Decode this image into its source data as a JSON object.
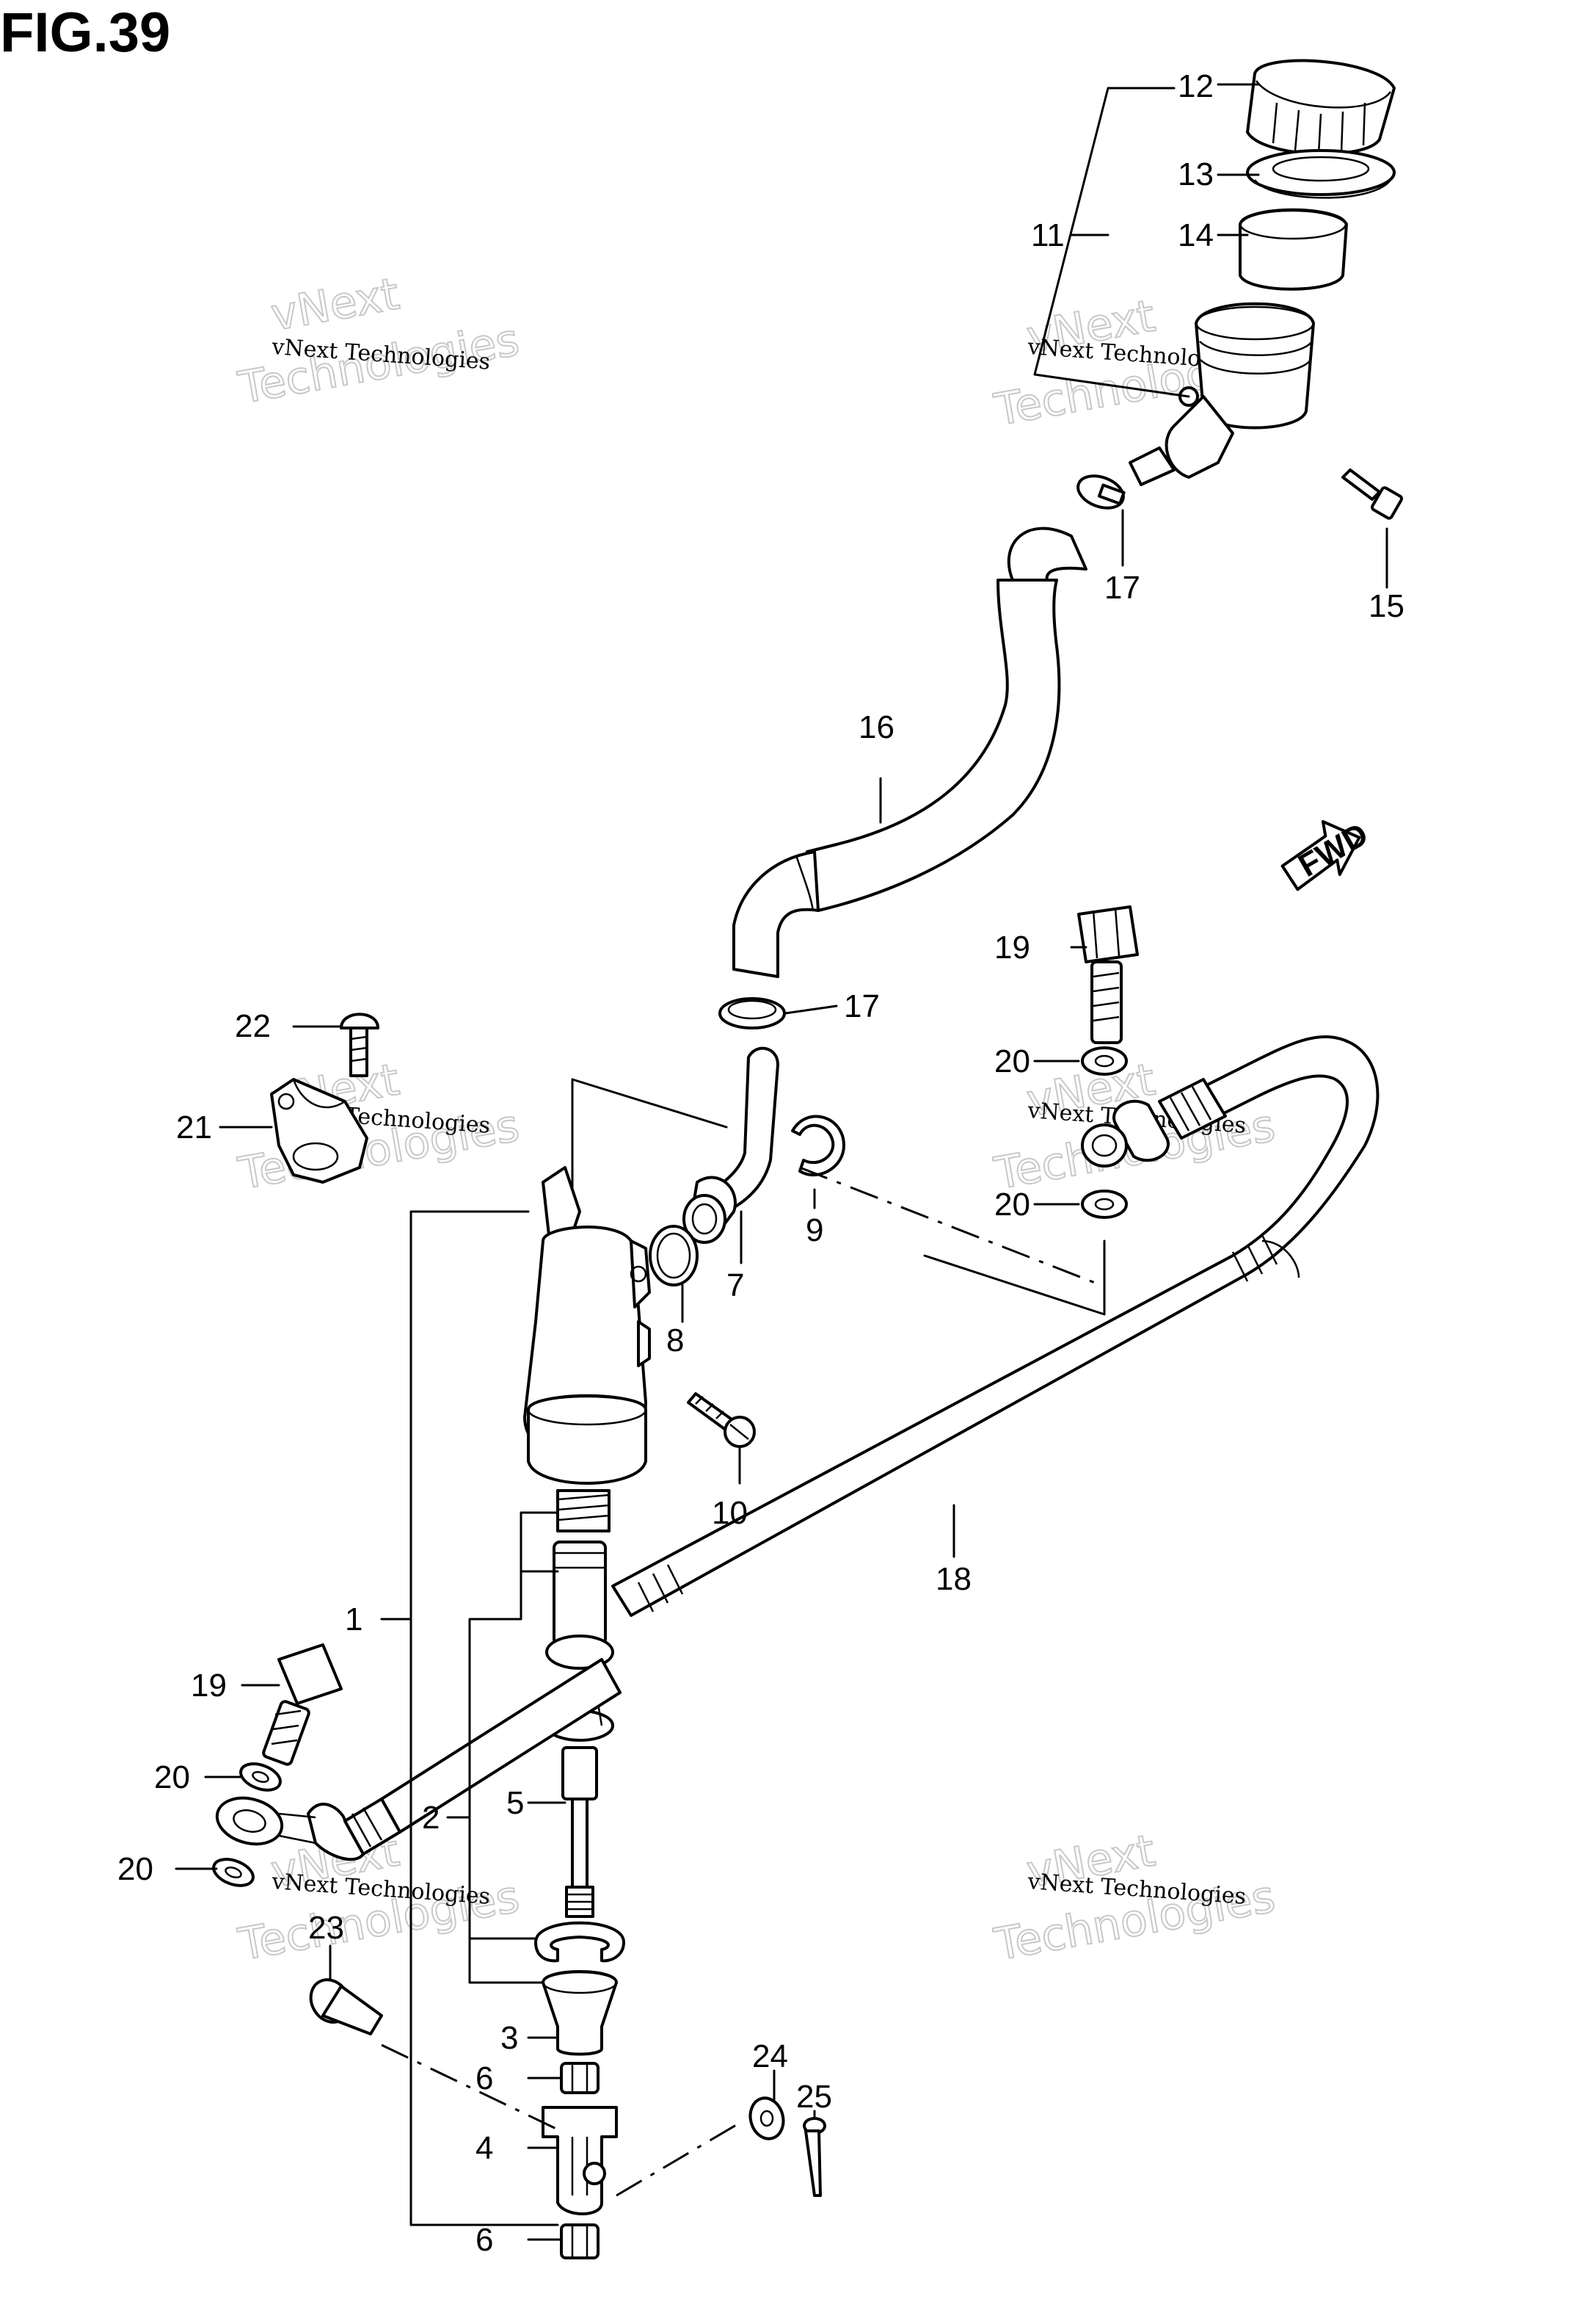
{
  "figure": {
    "title": "FIG.39"
  },
  "watermark": {
    "line1": "vNext Technologies",
    "line2": "Technologies",
    "line3": "vNext"
  },
  "callouts": {
    "c1": "1",
    "c2": "2",
    "c3": "3",
    "c4": "4",
    "c5": "5",
    "c6a": "6",
    "c6b": "6",
    "c7": "7",
    "c8": "8",
    "c9": "9",
    "c10": "10",
    "c11": "11",
    "c12": "12",
    "c13": "13",
    "c14": "14",
    "c15": "15",
    "c16": "16",
    "c17a": "17",
    "c17b": "17",
    "c18": "18",
    "c19a": "19",
    "c19b": "19",
    "c20a": "20",
    "c20b": "20",
    "c20c": "20",
    "c20d": "20",
    "c21": "21",
    "c22": "22",
    "c23": "23",
    "c24": "24",
    "c25": "25"
  },
  "fwd_label": "FWD"
}
